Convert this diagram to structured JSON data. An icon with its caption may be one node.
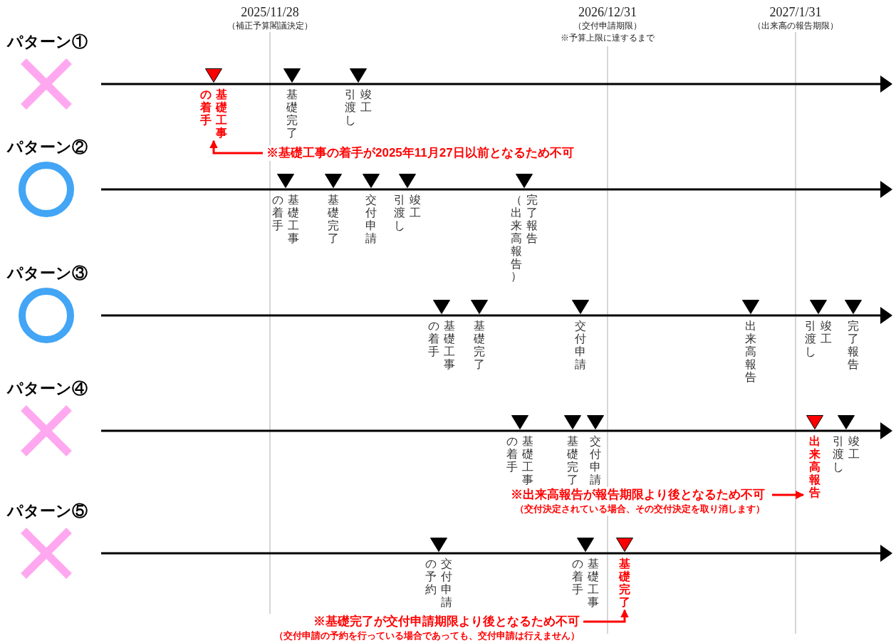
{
  "diagram": {
    "nodes": [
      {
        "text": [
          "パターン①"
        ]
      },
      {
        "text": [],
        "shape": "cross"
      },
      {
        "text": [
          "基礎工事の着手"
        ]
      },
      {
        "text": [
          "基礎完了"
        ]
      },
      {
        "text": [
          "竣工引渡し"
        ]
      },
      {
        "text": [
          "※基礎工事の着手が2025年11月27日以前となるため不可"
        ]
      },
      {
        "text": [
          "パターン②"
        ]
      },
      {
        "text": [],
        "shape": "circle"
      },
      {
        "text": [
          "基礎工事の着手"
        ]
      },
      {
        "text": [
          "基礎完了"
        ]
      },
      {
        "text": [
          "交付申請"
        ]
      },
      {
        "text": [
          "竣工引渡し"
        ]
      },
      {
        "text": [
          "完了報告（出来高報告）"
        ]
      },
      {
        "text": [
          "パターン③"
        ]
      },
      {
        "text": [],
        "shape": "circle"
      },
      {
        "text": [
          "基礎工事の着手"
        ]
      },
      {
        "text": [
          "基礎完了"
        ]
      },
      {
        "text": [
          "交付申請"
        ]
      },
      {
        "text": [
          "出来高報告"
        ]
      },
      {
        "text": [
          "竣工引渡し"
        ]
      },
      {
        "text": [
          "完了報告"
        ]
      },
      {
        "text": [
          "パターン④"
        ]
      },
      {
        "text": [],
        "shape": "cross"
      },
      {
        "text": [
          "基礎工事の着手"
        ]
      },
      {
        "text": [
          "基礎完了"
        ]
      },
      {
        "text": [
          "交付申請"
        ]
      },
      {
        "text": [
          "出来高報告"
        ]
      },
      {
        "text": [
          "竣工引渡し"
        ]
      },
      {
        "text": [
          "※出来高報告が報告期限より後となるため不可",
          "（交付決定されている場合、その交付決定を取り消します）"
        ]
      },
      {
        "text": [
          "パターン⑤"
        ]
      },
      {
        "text": [],
        "shape": "cross"
      },
      {
        "text": [
          "交付申請の予約"
        ]
      },
      {
        "text": [
          "基礎工事の着手"
        ]
      },
      {
        "text": [
          "基礎完了"
        ]
      },
      {
        "text": [
          "※基礎完了が交付申請期限より後となるため不可",
          "（交付申請の予約を行っている場合であっても、交付申請は行えません）"
        ]
      }
    ],
    "edges": [
      {
        "from": 5,
        "to": 2,
        "arrow": "to"
      },
      {
        "from": 28,
        "to": 26,
        "arrow": "to"
      },
      {
        "from": 34,
        "to": 33,
        "arrow": "to"
      }
    ],
    "labels": [
      "2025/11/28",
      "（補正予算閣議決定）",
      "2026/12/31",
      "（交付申請期限）",
      "※予算上限に達するまで",
      "2027/1/31",
      "（出来高の報告期限）"
    ]
  }
}
